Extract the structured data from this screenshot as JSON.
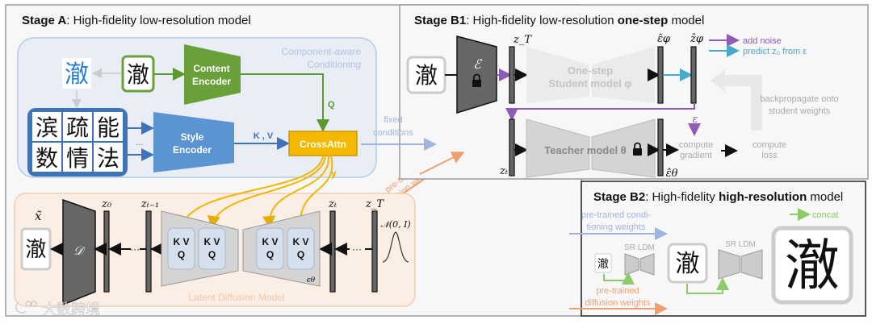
{
  "stage_a": {
    "title_bold": "Stage A",
    "title_rest": ": High-fidelity low-resolution model",
    "conditioning_label_1": "Component-aware",
    "conditioning_label_2": "Conditioning",
    "content_char": "澈",
    "content_encoder_1": "Content",
    "content_encoder_2": "Encoder",
    "style_chars": [
      "滨",
      "疏",
      "能",
      "数",
      "情",
      "法"
    ],
    "ellipsis": "...",
    "style_encoder_1": "Style",
    "style_encoder_2": "Encoder",
    "q_label": "Q",
    "kv_label": "K , V",
    "crossattn": "CrossAttn",
    "y_label": "y",
    "fixed_conditions_1": "fixed",
    "fixed_conditions_2": "conditions",
    "pretrained_diffusion_1": "pre-trained",
    "pretrained_diffusion_2": "diffusion weights",
    "ldm_label": "Latent Diffusion Model",
    "x_tilde": "x̃",
    "decoder": "𝒟",
    "z0": "z₀",
    "z_t_minus_1": "zₜ₋₁",
    "z_t": "zₜ",
    "z_T": "z_T",
    "kv": "K V",
    "q": "Q",
    "eps_theta": "ϵθ",
    "noise_dist": "𝒩(0, I)",
    "dots": "···"
  },
  "stage_b1": {
    "title_bold": "Stage B1",
    "title_rest": ": High-fidelity low-resolution ",
    "title_bold2": "one-step",
    "title_end": " model",
    "encoder": "ℰ",
    "z_T": "z_T",
    "z_t": "zₜ",
    "student_1": "One-step",
    "student_2": "Student model φ",
    "eps_hat_phi": "ε̂φ",
    "z_hat_phi": "ẑφ",
    "legend_add_noise": "add noise",
    "legend_predict": "predict z₀ from ε",
    "backprop_1": "backpropagate onto",
    "backprop_2": "student weights",
    "eps": "ε",
    "teacher": "Teacher model θ",
    "eps_hat_theta": "ε̂θ",
    "compute_gradient_1": "compute",
    "compute_gradient_2": "gradient",
    "compute_loss_1": "compute",
    "compute_loss_2": "loss"
  },
  "stage_b2": {
    "title_bold": "Stage B2",
    "title_rest": ": High-fidelity ",
    "title_bold2": "high-resolution",
    "title_end": " model",
    "cond_weights_1": "pre-trained condi-",
    "cond_weights_2": "tioning weights",
    "legend_concat": "concat",
    "sr_ldm": "SR LDM",
    "diff_weights_1": "pre-trained",
    "diff_weights_2": "diffusion weights"
  },
  "watermark": "大数跨境",
  "colors": {
    "green": "#6aa03a",
    "blue": "#4f86c6",
    "yellow": "#f2b705",
    "purple": "#8e5bb5",
    "cyan": "#4aa8c8",
    "orange": "#f0a070",
    "light_blue": "#9fb4e0",
    "light_green": "#8ec96a"
  }
}
